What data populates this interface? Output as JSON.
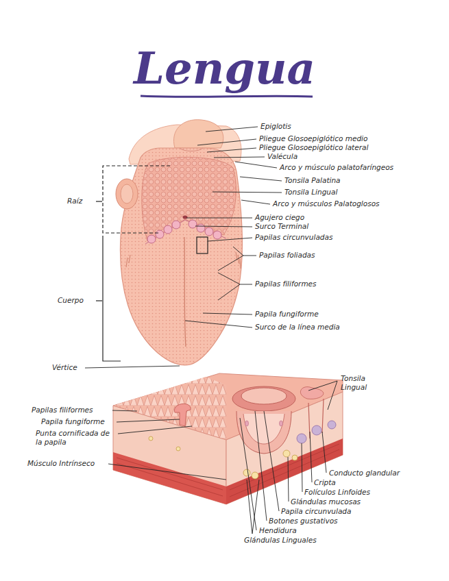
{
  "diagram": {
    "title": "Lengua",
    "labels": [
      "Epiglotis",
      "Pliegue Glosoepiglótico medio",
      "Pliegue Glosoepiglótico lateral",
      "Valécula",
      "Arco y músculo palatofaríngeos",
      "Tonsila Palatina",
      "Tonsila Lingual",
      "Arco y músculos Palatoglosos",
      "Agujero ciego",
      "Surco Terminal",
      "Papilas circunvuladas",
      "Papilas foliadas",
      "Papilas filiformes",
      "Papila fungiforme",
      "Surco de la línea media",
      "Raíz",
      "Cuerpo",
      "Vértice",
      "Tonsila Lingual",
      "Papilas filiformes",
      "Papila fungiforme",
      "Punta cornificada de la papila",
      "Músculo Intrínseco",
      "Conducto glandular",
      "Cripta",
      "Folículos Linfoides",
      "Glándulas mucosas",
      "Papila circunvulada",
      "Botones gustativos",
      "Hendidura",
      "Glándulas Linguales"
    ]
  }
}
